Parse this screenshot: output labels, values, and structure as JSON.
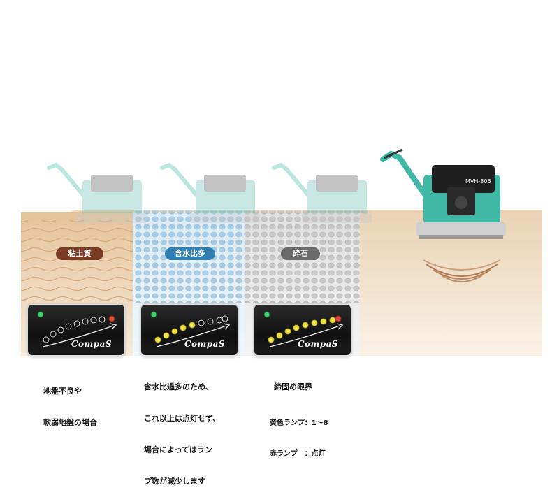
{
  "zones": [
    {
      "label": "粘土質",
      "badge_color": "#7a3b23"
    },
    {
      "label": "含水比多",
      "badge_color": "#2f7fb3"
    },
    {
      "label": "砕石",
      "badge_color": "#6b6b6b"
    }
  ],
  "panels": [
    {
      "brand": "CompaS",
      "lit_count": 0,
      "red_on": true
    },
    {
      "brand": "CompaS",
      "lit_count": 5,
      "red_on": false
    },
    {
      "brand": "CompaS",
      "lit_count": 8,
      "red_on": true
    }
  ],
  "captions": {
    "clay": [
      "地盤不良や",
      "軟弱地盤の場合"
    ],
    "water": [
      "含水比過多のため、",
      "これ以上は点灯せず、",
      "場合によってはラン",
      "プ数が減少します"
    ],
    "gravel_title": "締固め限界",
    "gravel_yellow": "黄色ランプ：1～8",
    "gravel_red": "赤ランプ　：点灯"
  },
  "machine": {
    "model_label": "MVH-306"
  },
  "colors": {
    "machine_green": "#3fb8a6",
    "lamp_yellow": "#f2e24a",
    "lamp_red": "#e0483d",
    "lamp_green": "#3ccf6a"
  }
}
